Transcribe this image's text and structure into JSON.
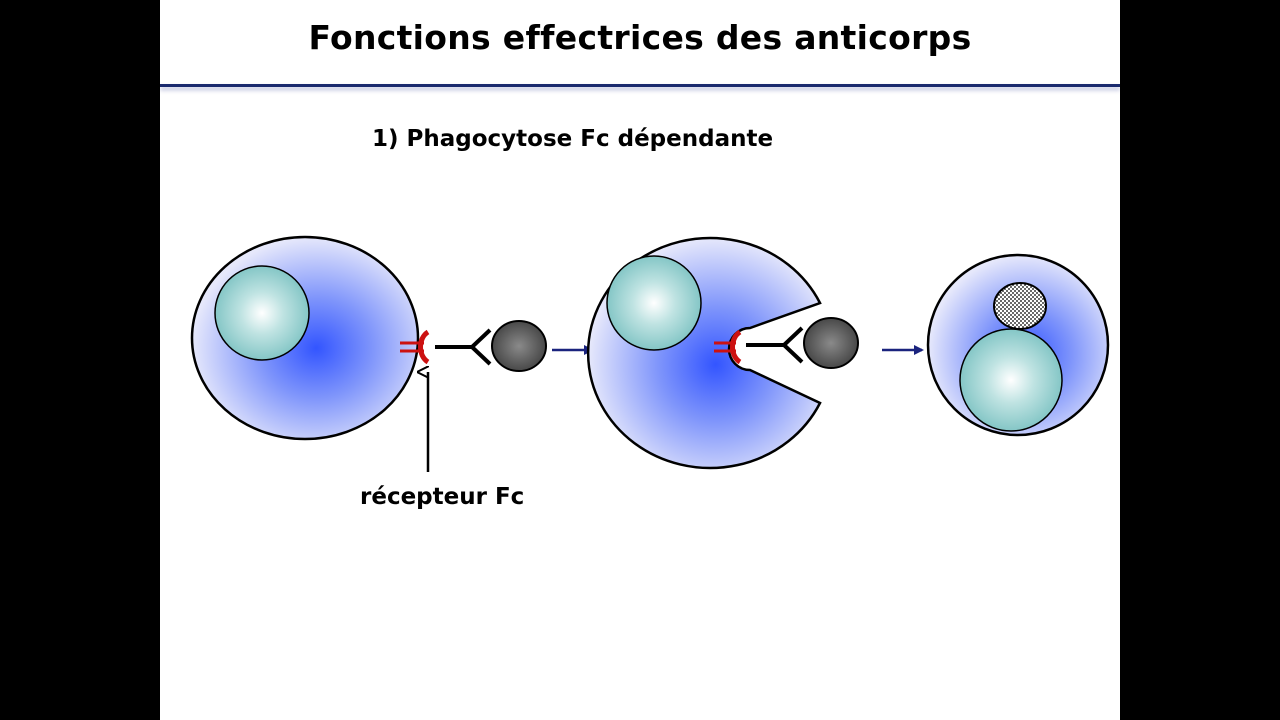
{
  "slide": {
    "title": "Fonctions effectrices des anticorps",
    "subtitle": "1) Phagocytose Fc dépendante",
    "receptor_label": "récepteur Fc"
  },
  "colors": {
    "cytoplasm_center": "#3355ff",
    "cytoplasm_edge": "#e6e8fb",
    "nucleus_center": "#ffffff",
    "nucleus_edge": "#84c6c6",
    "receptor": "#cc1111",
    "antibody": "#000000",
    "particle": "#555555",
    "arrow": "#1a237e",
    "title_rule": "#1a2a6e"
  }
}
